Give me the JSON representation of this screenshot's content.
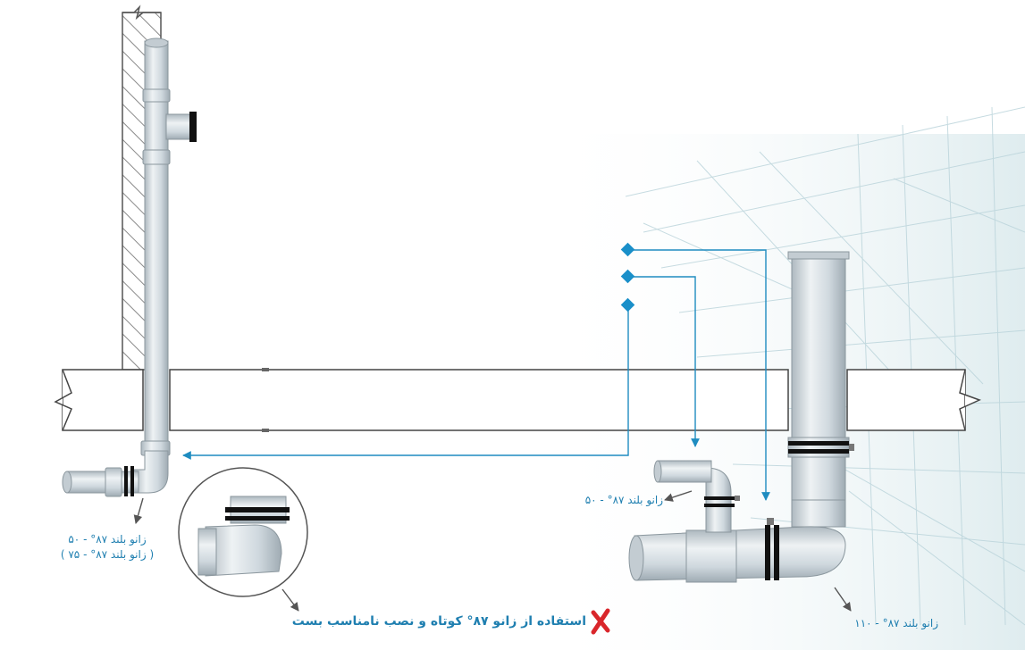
{
  "labels": {
    "elbow_50_left": "زانو بلند ۸۷° - ۵۰",
    "elbow_75_left": "( زانو بلند ۸۷° - ۷۵ )",
    "elbow_50_right": "زانو بلند ۸۷° - ۵۰",
    "elbow_110_right": "زانو بلند ۸۷° - ۱۱۰",
    "wrong_usage_caption": "استفاده از زانو ۸۷° کوتاه و نصب نامناسب بست"
  },
  "icons": {
    "wrong_mark": "red-x-icon",
    "connector_marker": "blue-diamond-icon"
  },
  "colors": {
    "pipe_fill": "#cfd8de",
    "pipe_highlight": "#eef2f4",
    "pipe_shadow": "#a9b5bc",
    "clamp": "#111111",
    "leader_line": "#1f8cc0",
    "marker": "#1a8fc9",
    "label_text": "#1f7fb0",
    "wrong_mark": "#d9262b",
    "slab_stroke": "#444444",
    "background_grid": "#bcd6dc"
  }
}
